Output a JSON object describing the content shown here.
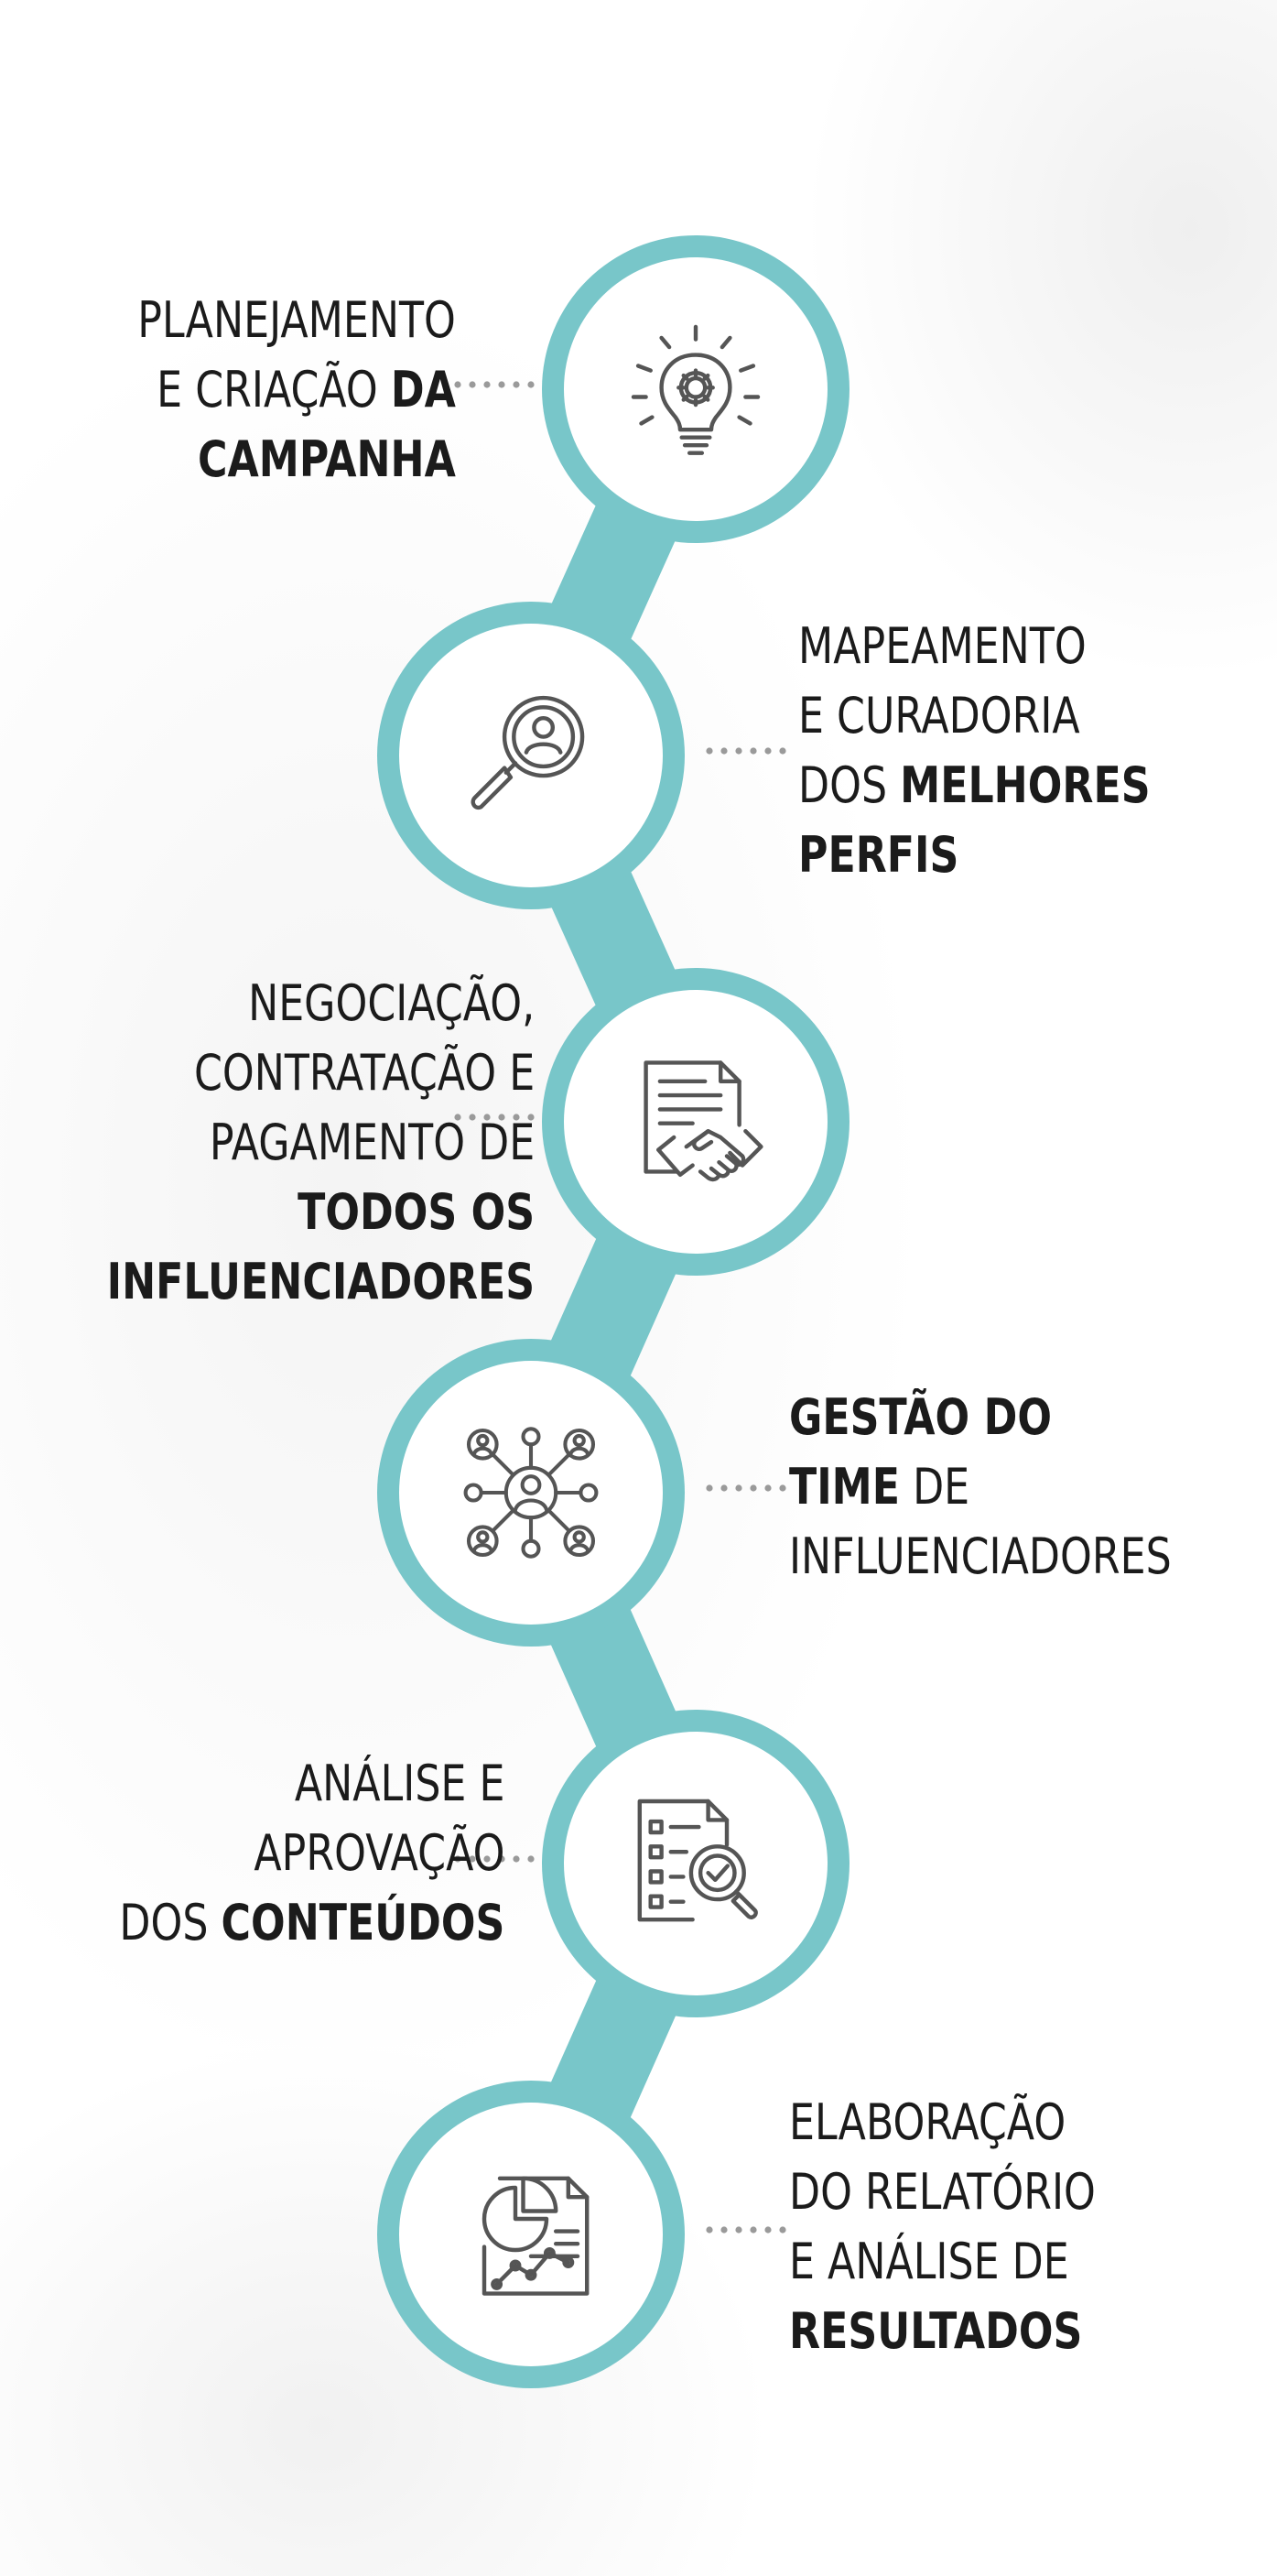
{
  "colors": {
    "accent": "#78c6c9",
    "icon": "#555555",
    "text": "#1b1b1b",
    "dots": "#9a9a9a"
  },
  "steps": [
    {
      "side": "left",
      "icon": "lightbulb-gear-icon",
      "lines": [
        [
          {
            "t": "PLANEJAMENTO",
            "b": false
          }
        ],
        [
          {
            "t": "E CRIAÇÃO ",
            "b": false
          },
          {
            "t": "DA",
            "b": true
          }
        ],
        [
          {
            "t": "CAMPANHA",
            "b": true
          }
        ]
      ]
    },
    {
      "side": "right",
      "icon": "magnifier-profile-icon",
      "lines": [
        [
          {
            "t": "MAPEAMENTO",
            "b": false
          }
        ],
        [
          {
            "t": "E CURADORIA",
            "b": false
          }
        ],
        [
          {
            "t": "DOS ",
            "b": false
          },
          {
            "t": "MELHORES",
            "b": true
          }
        ],
        [
          {
            "t": "PERFIS",
            "b": true
          }
        ]
      ]
    },
    {
      "side": "left",
      "icon": "contract-handshake-icon",
      "lines": [
        [
          {
            "t": "NEGOCIAÇÃO,",
            "b": false
          }
        ],
        [
          {
            "t": "CONTRATAÇÃO E",
            "b": false
          }
        ],
        [
          {
            "t": "PAGAMENTO DE",
            "b": false
          }
        ],
        [
          {
            "t": "TODOS OS",
            "b": true
          }
        ],
        [
          {
            "t": "INFLUENCIADORES",
            "b": true
          }
        ]
      ]
    },
    {
      "side": "right",
      "icon": "team-network-icon",
      "lines": [
        [
          {
            "t": "GESTÃO DO",
            "b": true
          }
        ],
        [
          {
            "t": "TIME",
            "b": true
          },
          {
            "t": " DE",
            "b": false
          }
        ],
        [
          {
            "t": "INFLUENCIADORES",
            "b": false
          }
        ]
      ]
    },
    {
      "side": "left",
      "icon": "checklist-review-icon",
      "lines": [
        [
          {
            "t": "ANÁLISE E",
            "b": false
          }
        ],
        [
          {
            "t": "APROVAÇÃO",
            "b": false
          }
        ],
        [
          {
            "t": "DOS ",
            "b": false
          },
          {
            "t": "CONTEÚDOS",
            "b": true
          }
        ]
      ]
    },
    {
      "side": "right",
      "icon": "report-chart-icon",
      "lines": [
        [
          {
            "t": "ELABORAÇÃO",
            "b": false
          }
        ],
        [
          {
            "t": "DO RELATÓRIO",
            "b": false
          }
        ],
        [
          {
            "t": "E ANÁLISE DE",
            "b": false
          }
        ],
        [
          {
            "t": "RESULTADOS",
            "b": true
          }
        ]
      ]
    }
  ]
}
